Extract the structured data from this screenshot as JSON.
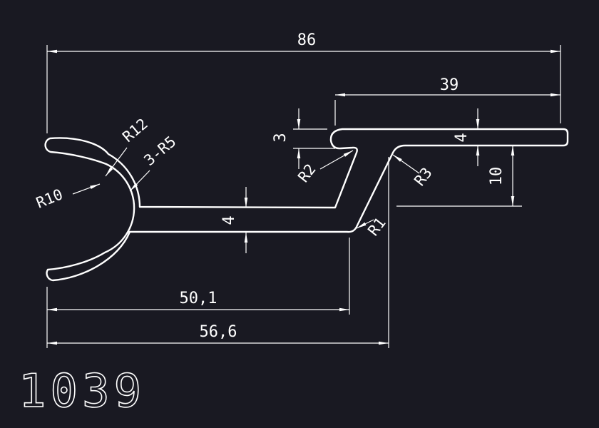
{
  "drawing": {
    "part_number": "1039",
    "background_color": "#191922",
    "line_color": "#ffffff",
    "dimensions": {
      "overall_width": "86",
      "flange_width": "39",
      "lip_offset": "3",
      "flange_thickness": "4",
      "step_height": "10",
      "web_thickness": "4",
      "length_inner": "50,1",
      "length_outer": "56,6"
    },
    "radii": {
      "r12": "R12",
      "three_r5": "3-R5",
      "r10": "R10",
      "r2": "R2",
      "r3": "R3",
      "r1": "R1"
    }
  }
}
